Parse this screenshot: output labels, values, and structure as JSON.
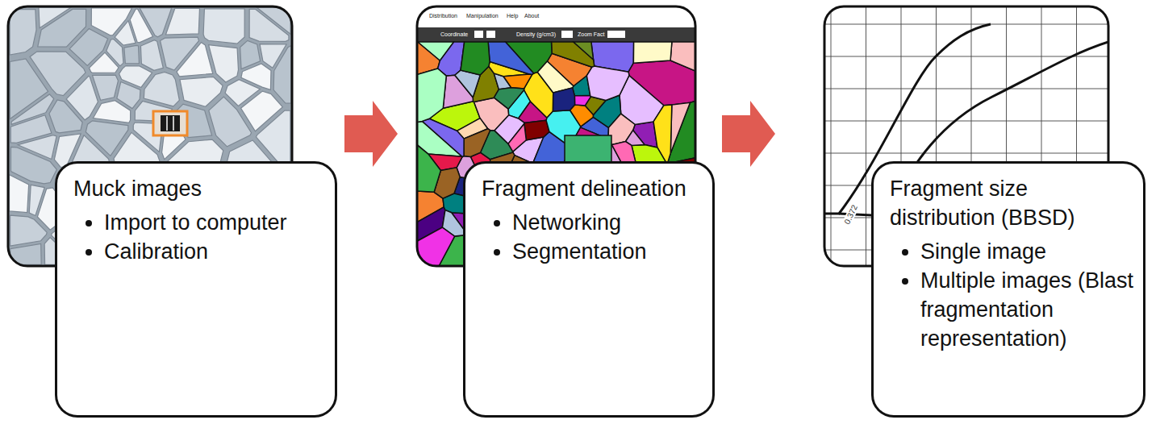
{
  "diagram": {
    "nodes": [
      {
        "text": [
          "Muck images",
          "Import to computer",
          "Calibration"
        ]
      },
      {
        "text": [
          "Fragment delineation",
          "Networking",
          "Segmentation"
        ]
      },
      {
        "text": [
          "Fragment size distribution (BBSD)",
          "Single image",
          "Multiple images (Blast fragmentation representation)"
        ]
      }
    ],
    "edges": [
      {
        "from": 0,
        "to": 1,
        "arrow": "to"
      },
      {
        "from": 1,
        "to": 2,
        "arrow": "to"
      }
    ],
    "labels": [
      "Distribution",
      "Manipulation",
      "Help",
      "About",
      "Coordinate",
      "Density (g/cm3)",
      "Zoom Fact",
      "0.372"
    ]
  }
}
